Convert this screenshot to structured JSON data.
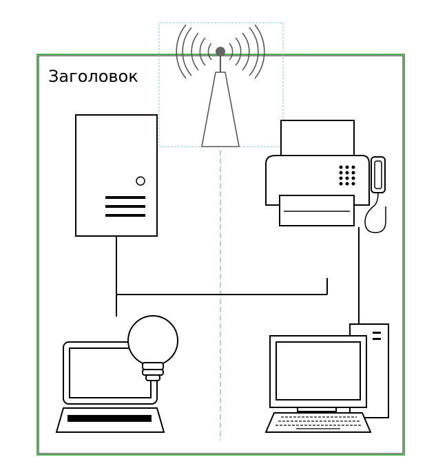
{
  "diagram": {
    "title": "Заголовок",
    "colors": {
      "frame": "#4caf50",
      "selection": "#7fc7d9",
      "stroke": "#000000",
      "antenna": "#555555"
    },
    "nodes": [
      {
        "id": "server",
        "icon": "server-tower-icon"
      },
      {
        "id": "fax",
        "icon": "fax-machine-icon"
      },
      {
        "id": "laptop",
        "icon": "laptop-icon"
      },
      {
        "id": "bulb",
        "icon": "light-bulb-icon"
      },
      {
        "id": "desktop",
        "icon": "desktop-computer-icon"
      },
      {
        "id": "antenna",
        "icon": "radio-antenna-icon"
      }
    ]
  }
}
